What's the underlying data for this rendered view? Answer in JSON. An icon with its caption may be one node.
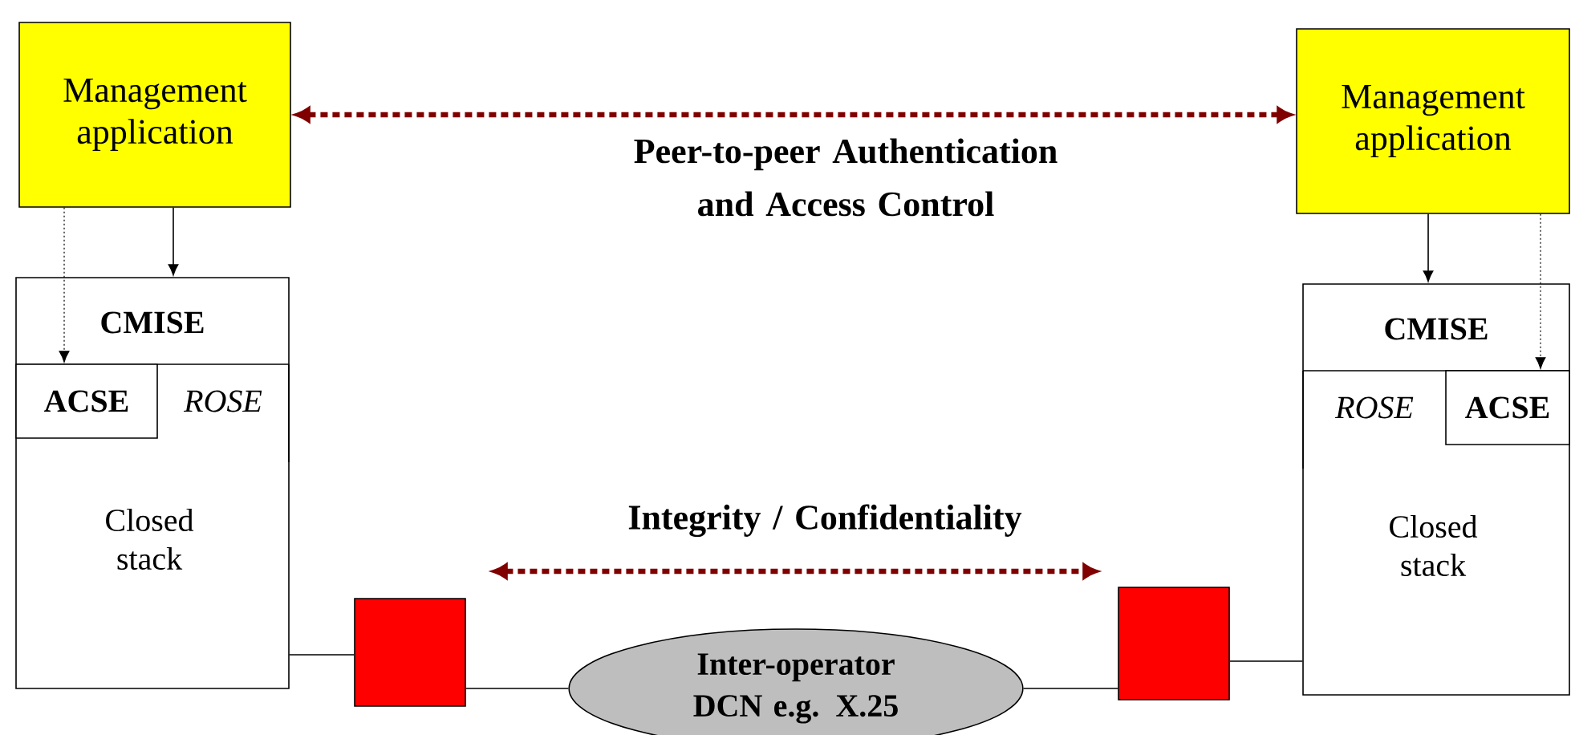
{
  "diagram": {
    "nodes": [
      {
        "text": [
          "Management application"
        ]
      },
      {
        "text": [
          "CMISE",
          "Closed stack"
        ]
      },
      {
        "text": [
          "ACSE"
        ],
        "in": 1
      },
      {
        "text": [
          "ROSE"
        ],
        "in": 1
      },
      {
        "text": [
          "Management application"
        ]
      },
      {
        "text": [
          "CMISE",
          "Closed stack"
        ]
      },
      {
        "text": [
          "ROSE"
        ],
        "in": 5
      },
      {
        "text": [
          "ACSE"
        ],
        "in": 5
      },
      {
        "text": [],
        "shape": "box"
      },
      {
        "text": [],
        "shape": "box"
      },
      {
        "text": [
          "Inter-operator DCN e.g. X.25"
        ]
      }
    ],
    "edges": [
      {
        "from": 0,
        "to": 4,
        "arrow": "both",
        "style": "dashed",
        "color": "#800000",
        "label": "Peer-to-peer Authentication and Access Control"
      },
      {
        "from": 0,
        "to": 1,
        "arrow": "to"
      },
      {
        "from": 0,
        "to": 2,
        "arrow": "to",
        "style": "dashed"
      },
      {
        "from": 4,
        "to": 5,
        "arrow": "to"
      },
      {
        "from": 4,
        "to": 7,
        "arrow": "to",
        "style": "dashed"
      },
      {
        "from": 1,
        "to": 8,
        "arrow": "none"
      },
      {
        "from": 8,
        "to": 10,
        "arrow": "none"
      },
      {
        "from": 10,
        "to": 9,
        "arrow": "none"
      },
      {
        "from": 9,
        "to": 5,
        "arrow": "none"
      },
      {
        "from": 8,
        "to": 9,
        "arrow": "both",
        "style": "dashed",
        "color": "#800000",
        "label": "Integrity / Confidentiality"
      }
    ]
  }
}
